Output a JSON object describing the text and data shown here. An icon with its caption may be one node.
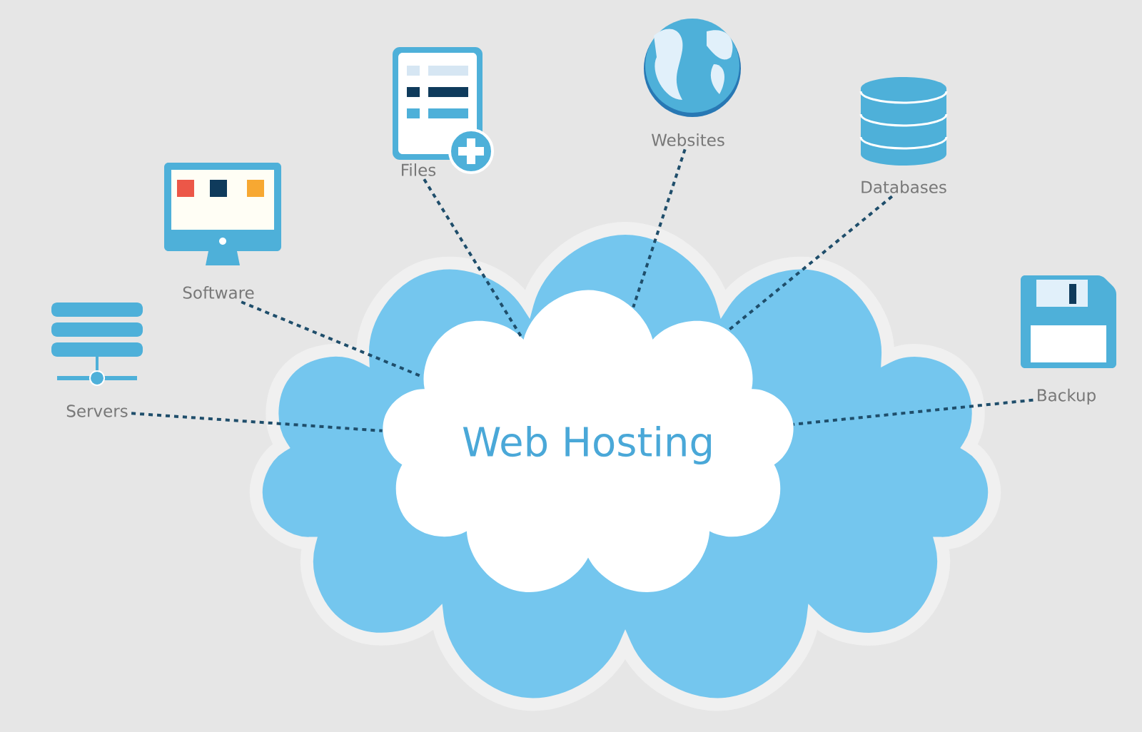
{
  "diagram": {
    "nodes": [
      {
        "text": [
          "Web Hosting"
        ]
      },
      {
        "text": [
          "Servers"
        ]
      },
      {
        "text": [
          "Software"
        ]
      },
      {
        "text": [
          "Files"
        ]
      },
      {
        "text": [
          "Websites"
        ]
      },
      {
        "text": [
          "Databases"
        ]
      },
      {
        "text": [
          "Backup"
        ]
      }
    ],
    "edges": [
      {
        "from": 1,
        "to": 0,
        "arrow": "none"
      },
      {
        "from": 2,
        "to": 0,
        "arrow": "none"
      },
      {
        "from": 3,
        "to": 0,
        "arrow": "none"
      },
      {
        "from": 4,
        "to": 0,
        "arrow": "none"
      },
      {
        "from": 5,
        "to": 0,
        "arrow": "none"
      },
      {
        "from": 6,
        "to": 0,
        "arrow": "none"
      }
    ]
  }
}
